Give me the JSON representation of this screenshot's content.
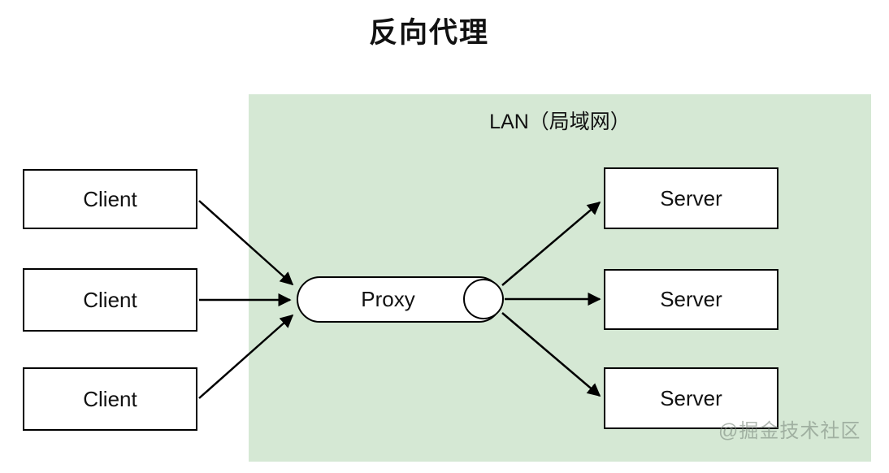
{
  "title": "反向代理",
  "lan": {
    "label": "LAN（局域网）",
    "bg_color": "#d5e8d4"
  },
  "clients": [
    {
      "label": "Client"
    },
    {
      "label": "Client"
    },
    {
      "label": "Client"
    }
  ],
  "proxy": {
    "label": "Proxy"
  },
  "servers": [
    {
      "label": "Server"
    },
    {
      "label": "Server"
    },
    {
      "label": "Server"
    }
  ],
  "watermark": "@掘金技术社区",
  "colors": {
    "background": "#ffffff",
    "lan_bg": "#d5e8d4",
    "node_bg": "#ffffff",
    "node_border": "#000000",
    "arrow": "#000000",
    "text": "#111111",
    "watermark": "#7d8a7e"
  },
  "connections": [
    {
      "from": "client-1",
      "to": "proxy"
    },
    {
      "from": "client-2",
      "to": "proxy"
    },
    {
      "from": "client-3",
      "to": "proxy"
    },
    {
      "from": "proxy",
      "to": "server-1"
    },
    {
      "from": "proxy",
      "to": "server-2"
    },
    {
      "from": "proxy",
      "to": "server-3"
    }
  ]
}
